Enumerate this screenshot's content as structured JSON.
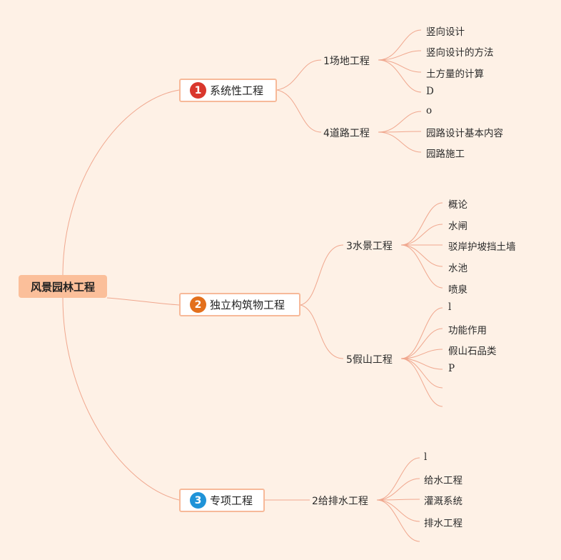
{
  "colors": {
    "background": "#fef1e6",
    "edge": "#f0a78e",
    "root_fill": "#fbbf9a",
    "node_border": "#f7b999",
    "badge_red": "#d9372d",
    "badge_orange": "#e3701d",
    "badge_blue": "#1f93d8"
  },
  "mindmap": {
    "root": "风景园林工程",
    "branches": [
      {
        "number": "1",
        "label": "系统性工程",
        "children": [
          {
            "label": "1场地工程",
            "children": [
              "竖向设计",
              "竖向设计的方法",
              "土方量的计算",
              "D"
            ]
          },
          {
            "label": "4道路工程",
            "children": [
              "o",
              "园路设计基本内容",
              "园路施工"
            ]
          }
        ]
      },
      {
        "number": "2",
        "label": "独立构筑物工程",
        "children": [
          {
            "label": "3水景工程",
            "children": [
              "概论",
              "水闸",
              "驳岸护坡挡土墙",
              "水池",
              "喷泉"
            ]
          },
          {
            "label": "5假山工程",
            "children": [
              "l",
              "功能作用",
              "假山石品类",
              "P",
              "",
              ""
            ]
          }
        ]
      },
      {
        "number": "3",
        "label": "专项工程",
        "children": [
          {
            "label": "2给排水工程",
            "children": [
              "l",
              "给水工程",
              "灌溉系统",
              "排水工程",
              ""
            ]
          }
        ]
      }
    ]
  }
}
